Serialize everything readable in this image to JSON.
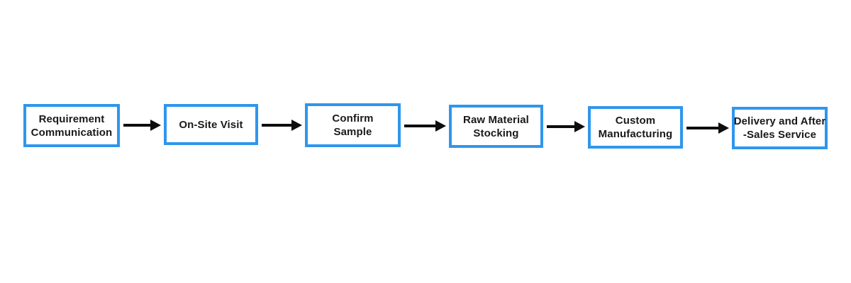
{
  "diagram": {
    "type": "process-flow",
    "direction": "left-to-right",
    "steps": [
      {
        "label": "Requirement Communication",
        "lines": [
          "Requirement",
          "Communication"
        ]
      },
      {
        "label": "On-Site Visit",
        "lines": [
          "On-Site Visit"
        ]
      },
      {
        "label": "Confirm Sample",
        "lines": [
          "Confirm",
          "Sample"
        ]
      },
      {
        "label": "Raw Material Stocking",
        "lines": [
          "Raw Material",
          "Stocking"
        ]
      },
      {
        "label": "Custom Manufacturing",
        "lines": [
          "Custom",
          "Manufacturing"
        ]
      },
      {
        "label": "Delivery and After-Sales Service",
        "lines": [
          "Delivery and After",
          "-Sales Service"
        ]
      }
    ],
    "connector": "arrow-right",
    "colors": {
      "box_border": "#2F96EC",
      "box_fill": "#FFFFFF",
      "text": "#1A1A1A",
      "arrow": "#0D0D0D",
      "background": "#FFFFFF"
    }
  }
}
